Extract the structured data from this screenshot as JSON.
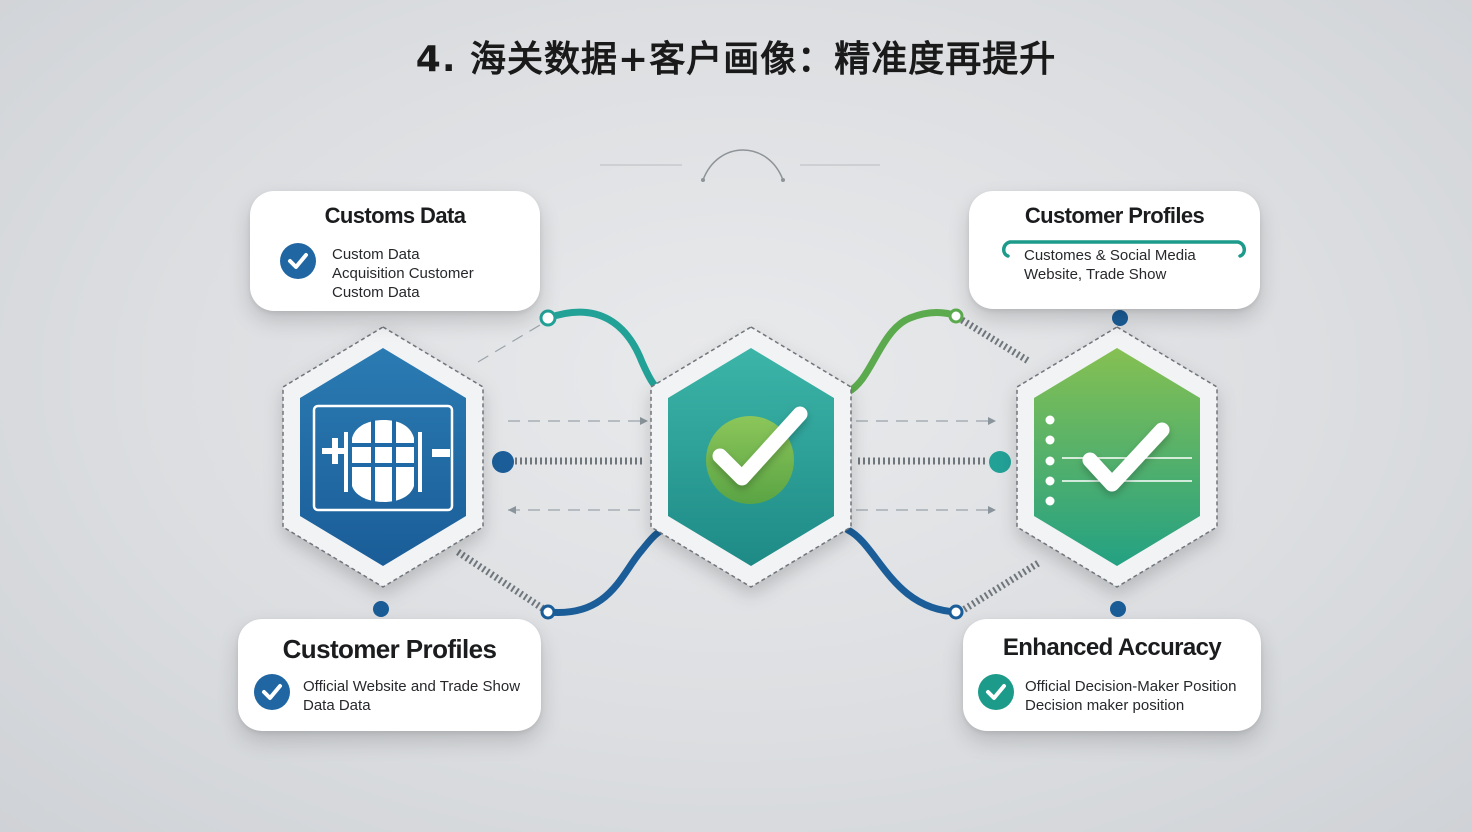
{
  "title": "4. 海关数据+客户画像：精准度再提升",
  "cards": {
    "top_left": {
      "title": "Customs Data",
      "lines": [
        "Custom Data",
        "Acquisition Customer",
        "Custom Data"
      ]
    },
    "top_right": {
      "title": "Customer Profiles",
      "lines": [
        "Customes & Social Media",
        "Website, Trade Show"
      ]
    },
    "bottom_left": {
      "title": "Customer Profiles",
      "lines": [
        "Official Website and Trade Show",
        "Data Data"
      ]
    },
    "bottom_right": {
      "title": "Enhanced Accuracy",
      "lines": [
        "Official Decision-Maker Position",
        "Decision maker position"
      ]
    }
  },
  "nodes": [
    {
      "name": "customs-data-node",
      "icon": "grid-document-icon",
      "color_top": "#2b7bb3",
      "color_bottom": "#1a5d98"
    },
    {
      "name": "verification-node",
      "icon": "check-circle-icon",
      "color_top": "#3cb5a8",
      "color_bottom": "#1e8a86"
    },
    {
      "name": "accuracy-node",
      "icon": "checklist-icon",
      "color_top": "#7cbd55",
      "color_bottom": "#27a07f"
    }
  ],
  "colors": {
    "blue": "#1a5d98",
    "teal": "#22a197",
    "green": "#5caa4e",
    "badge_blue": "#1f66a3",
    "badge_teal": "#1c9a8a"
  }
}
